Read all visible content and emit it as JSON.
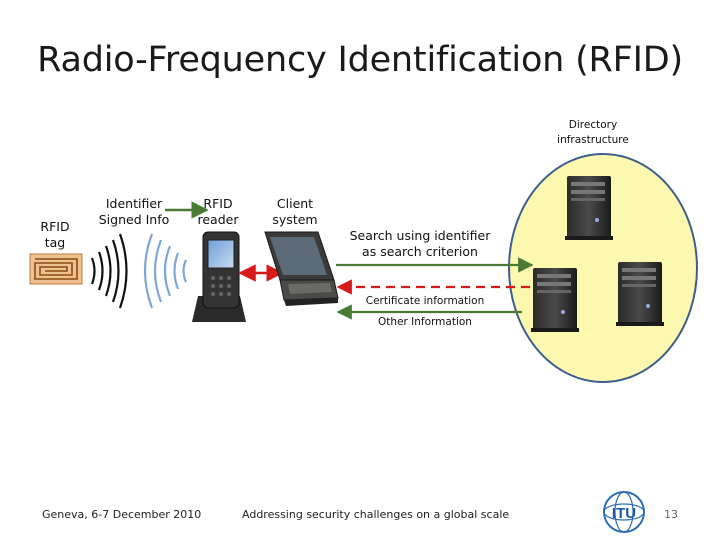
{
  "title": "Radio-Frequency Identification (RFID)",
  "labels": {
    "directory": [
      "Directory",
      "infrastructure"
    ],
    "rfid_tag": [
      "RFID",
      "tag"
    ],
    "identifier": [
      "Identifier",
      "Signed Info"
    ],
    "rfid_reader": [
      "RFID",
      "reader"
    ],
    "client_system": [
      "Client",
      "system"
    ],
    "search": [
      "Search using identifier",
      "as search criterion"
    ],
    "certificate_info": "Certificate information",
    "other_info": "Other Information"
  },
  "footer": {
    "location": "Geneva, 6-7 December 2010",
    "subject": "Addressing security challenges on a global scale",
    "logo_text": "ITU",
    "page_number": "13"
  },
  "colors": {
    "directory_fill": "#fdf8b0",
    "directory_stroke": "#3d5f8e",
    "arrow_green": "#4a7a33",
    "arrow_red": "#d81a1a",
    "tag_fill": "#f0c190"
  }
}
